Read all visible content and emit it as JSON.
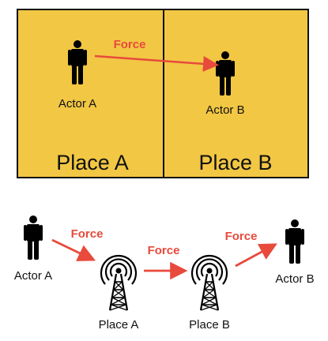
{
  "colors": {
    "place_fill": "#f2c744",
    "border": "#111111",
    "force": "#e84a3c",
    "figure": "#000000"
  },
  "top_diagram": {
    "actor_a_label": "Actor A",
    "actor_b_label": "Actor B",
    "force_label": "Force",
    "place_a_label": "Place A",
    "place_b_label": "Place B"
  },
  "bottom_diagram": {
    "actor_a_label": "Actor A",
    "actor_b_label": "Actor B",
    "force_labels": [
      "Force",
      "Force",
      "Force"
    ],
    "place_a_label": "Place A",
    "place_b_label": "Place B"
  },
  "icons": {
    "actor": "person-icon",
    "place": "radio-tower-icon"
  }
}
